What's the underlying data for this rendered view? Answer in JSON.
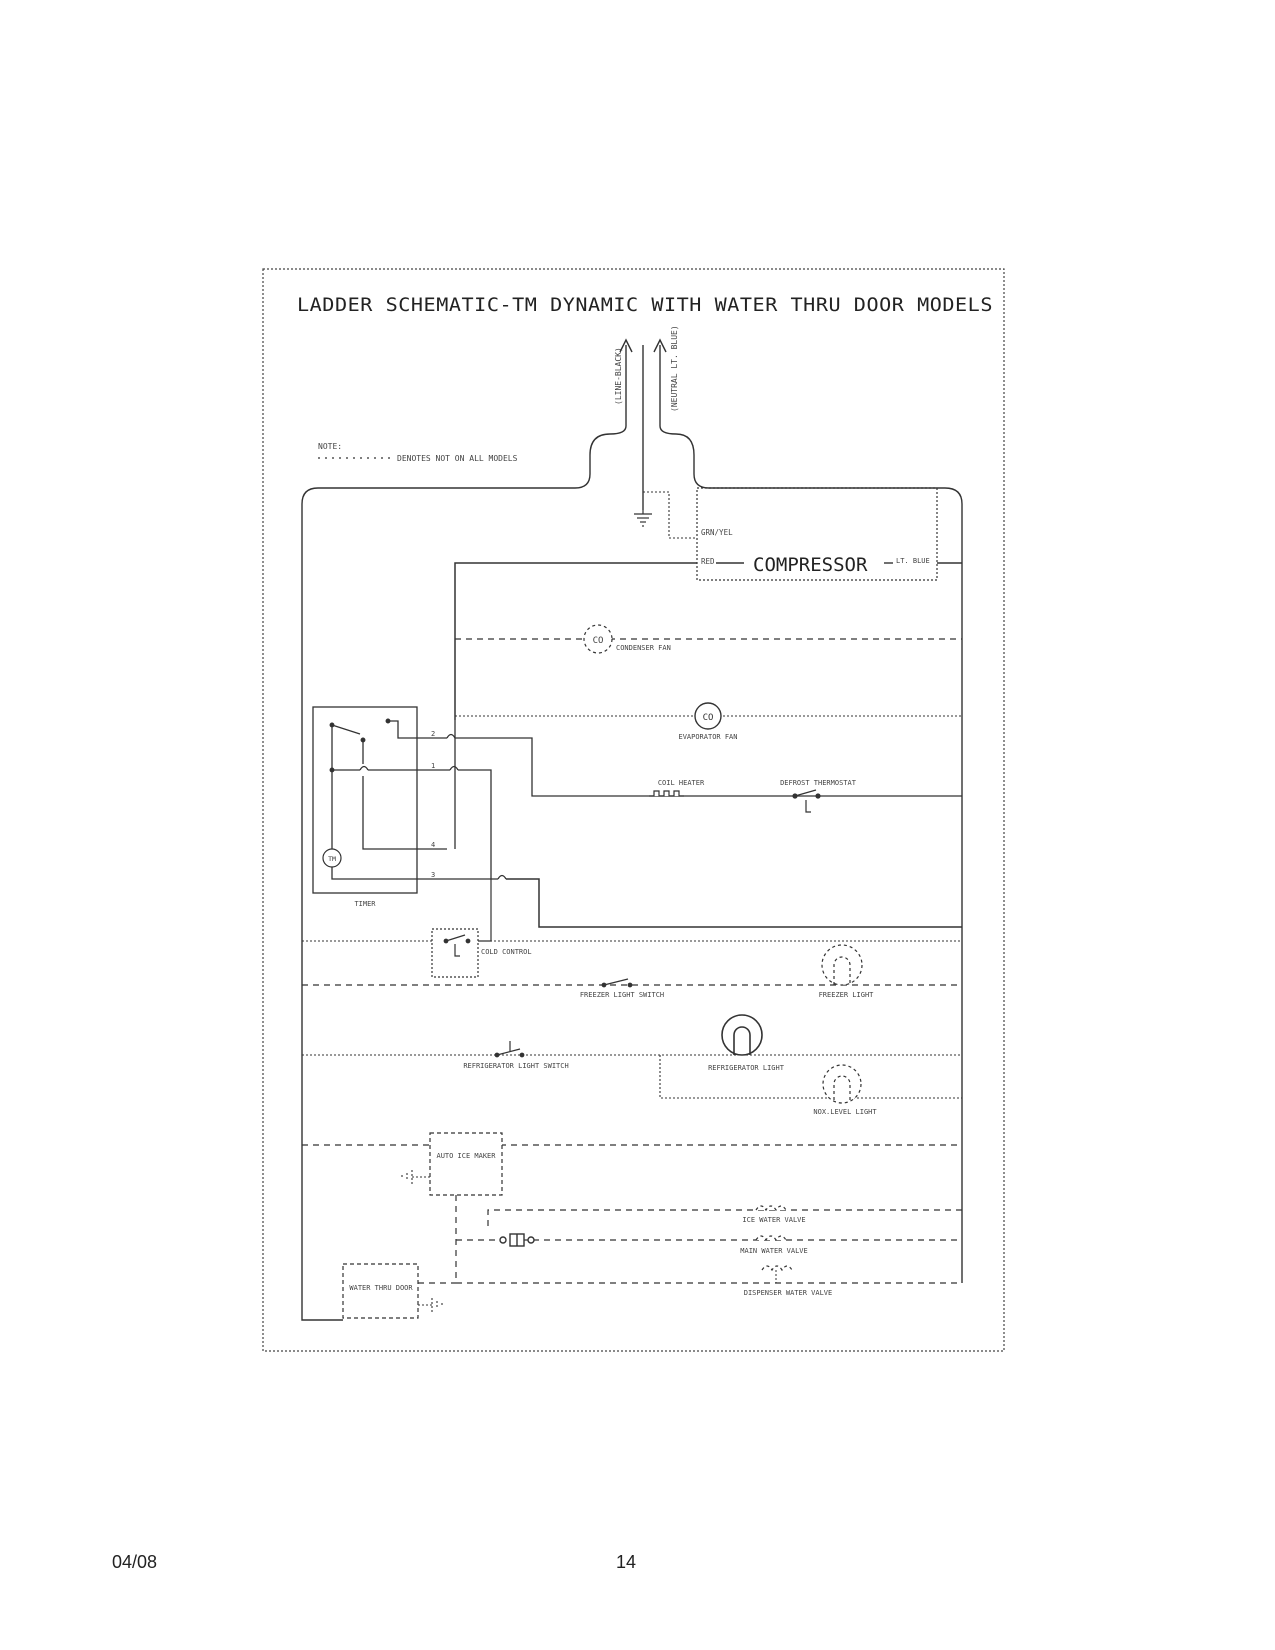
{
  "diagram": {
    "title": "LADDER SCHEMATIC-TM DYNAMIC WITH WATER THRU DOOR MODELS",
    "supply": {
      "line_label": "(LINE-BLACK)",
      "neutral_label": "(NEUTRAL LT. BLUE)"
    },
    "note": {
      "heading": "NOTE:",
      "text": "DENOTES NOT ON ALL MODELS"
    },
    "compressor": {
      "label": "COMPRESSOR",
      "ground_wire": "GRN/YEL",
      "red_wire": "RED",
      "blue_wire": "LT. BLUE"
    },
    "components": {
      "condenser_fan": "CONDENSER FAN",
      "evaporator_fan": "EVAPORATOR FAN",
      "fan_symbol": "CO",
      "coil_heater": "COIL HEATER",
      "defrost_thermostat": "DEFROST THERMOSTAT",
      "timer": "TIMER",
      "timer_motor": "TM",
      "cold_control": "COLD CONTROL",
      "freezer_light_switch": "FREEZER LIGHT SWITCH",
      "freezer_light": "FREEZER LIGHT",
      "refrigerator_light_switch": "REFRIGERATOR LIGHT SWITCH",
      "refrigerator_light": "REFRIGERATOR LIGHT",
      "nox_level_light": "NOX.LEVEL LIGHT",
      "auto_ice_maker": "AUTO ICE MAKER",
      "ice_water_valve": "ICE WATER VALVE",
      "main_water_valve": "MAIN WATER VALVE",
      "dispenser_water_valve": "DISPENSER WATER VALVE",
      "water_thru_door": "WATER THRU DOOR"
    },
    "timer_terminals": [
      "2",
      "1",
      "4",
      "3"
    ]
  },
  "footer": {
    "date": "04/08",
    "page_number": "14"
  }
}
